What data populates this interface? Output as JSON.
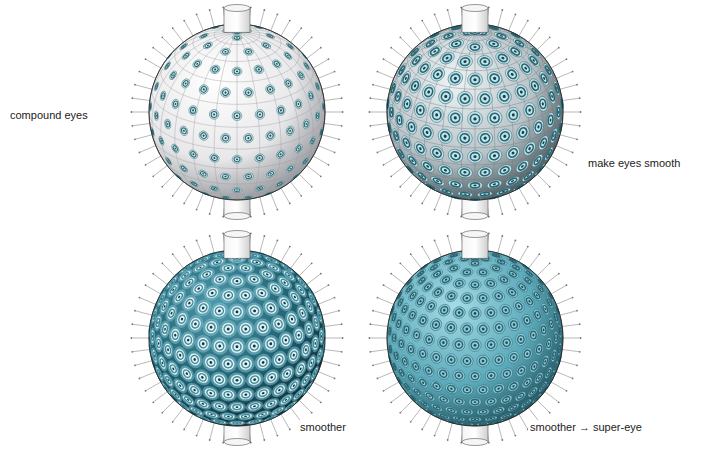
{
  "diagram": {
    "labels": [
      "compound eyes",
      "make eyes smooth",
      "smoother",
      "smoother → super-eye"
    ]
  }
}
